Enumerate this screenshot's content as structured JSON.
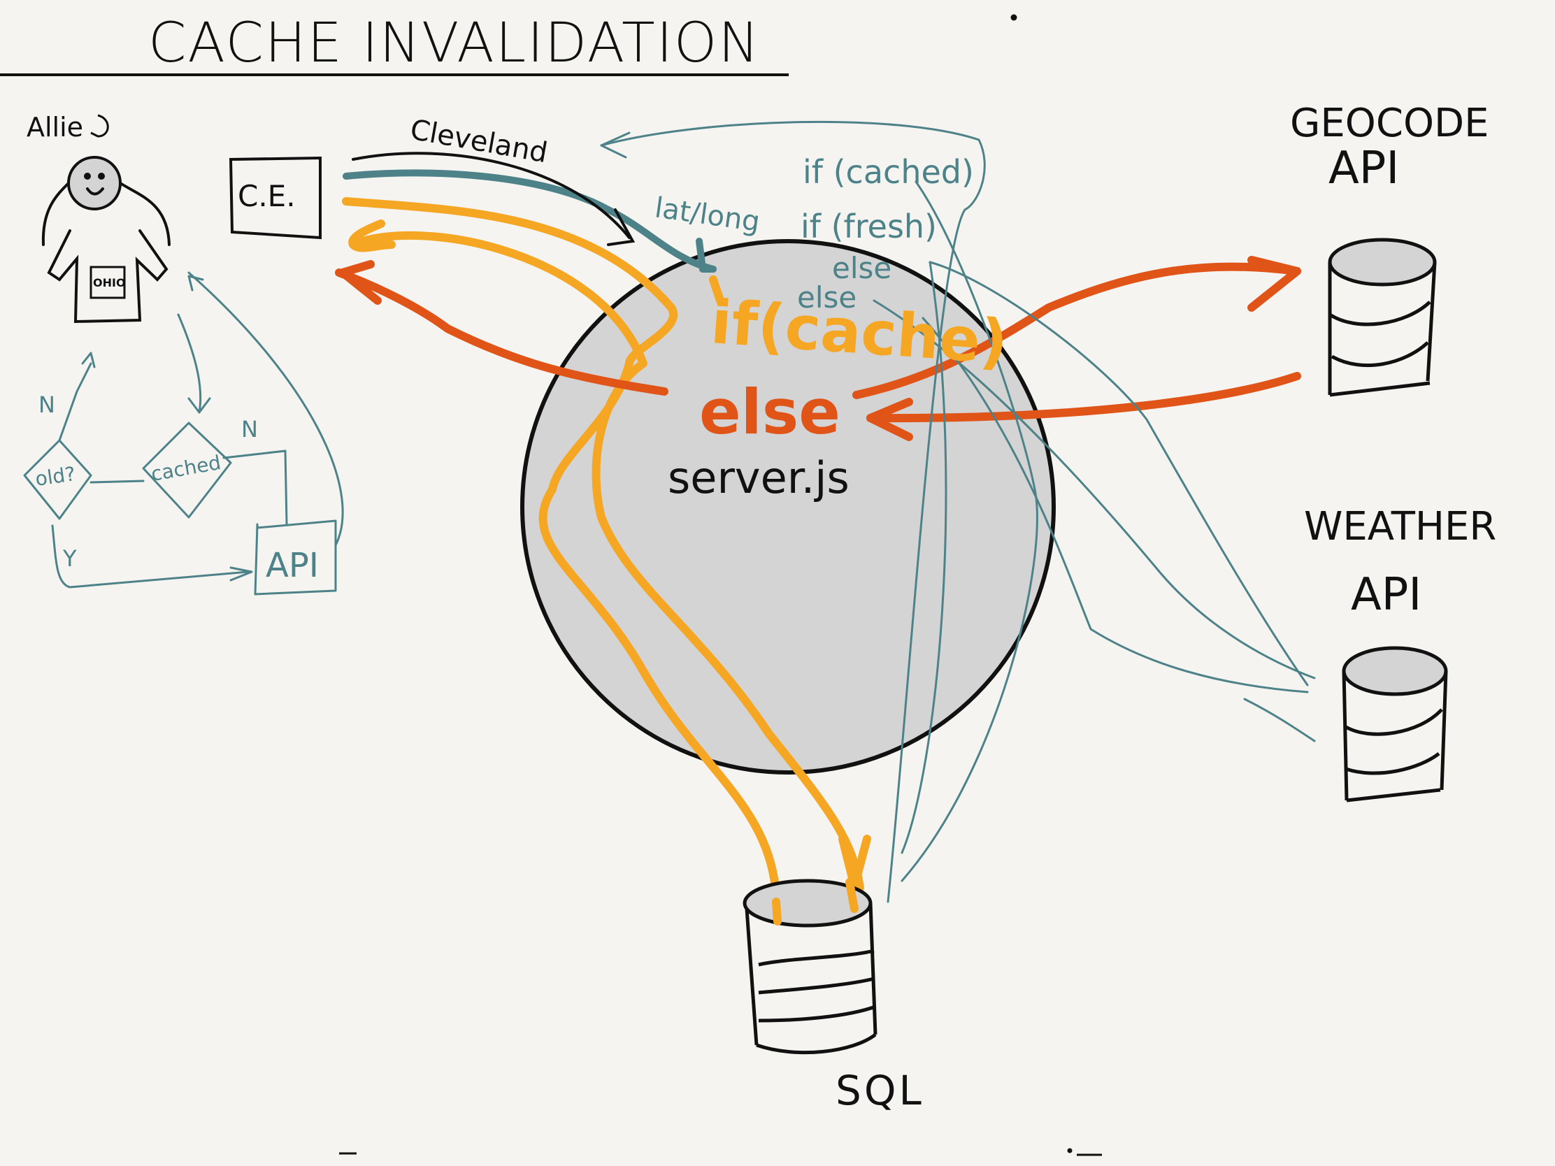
{
  "title": "CACHE INVALIDATION",
  "user": {
    "name": "Allie",
    "shirt": "OHIO"
  },
  "client_label": "C.E.",
  "arrow_labels": {
    "city": "Cleveland",
    "latlong": "lat/long"
  },
  "teal_notes": [
    "if (cached)",
    "if (fresh)",
    "else",
    "else"
  ],
  "server": {
    "if_label": "if(cache)",
    "else_label": "else",
    "name": "server.js"
  },
  "apis": {
    "geocode_line1": "GEOCODE",
    "geocode_line2": "API",
    "weather_line1": "WEATHER",
    "weather_line2": "API"
  },
  "database": "SQL",
  "flowchart": {
    "old": "old?",
    "cached": "cached",
    "api": "API",
    "no1": "N",
    "no2": "N",
    "yes": "Y"
  },
  "colors": {
    "teal": "#4d8289",
    "orange": "#f5a623",
    "red": "#e05418",
    "gray": "#d4d4d4",
    "ink": "#111111"
  }
}
